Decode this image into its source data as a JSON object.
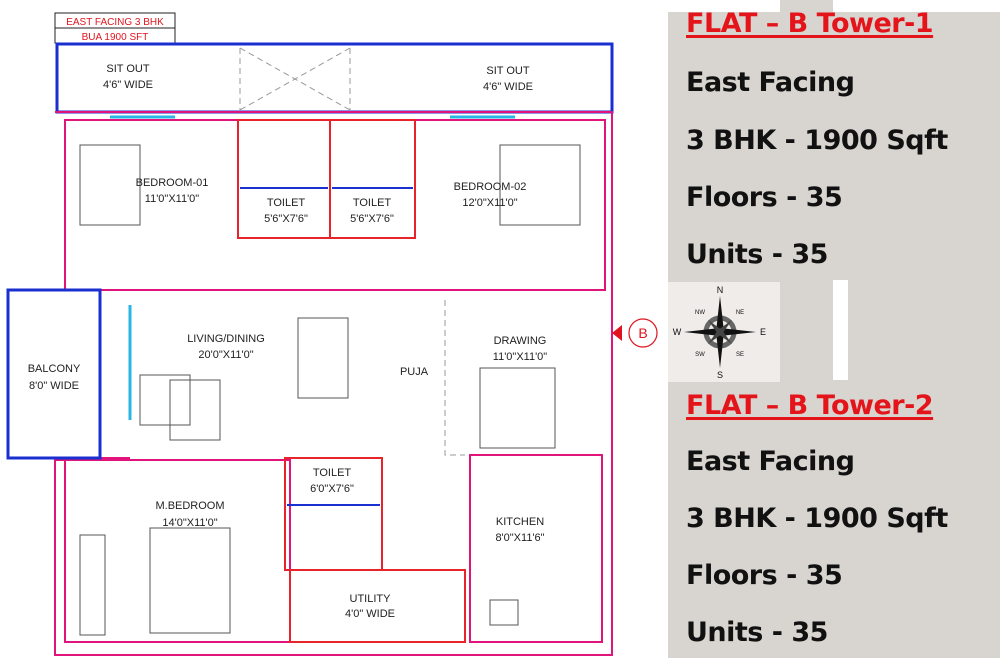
{
  "plan": {
    "header": [
      "EAST FACING 3 BHK",
      "BUA 1900 SFT"
    ],
    "rooms": [
      {
        "name": "SIT OUT",
        "size": "4'6\"  WIDE"
      },
      {
        "name": "SIT OUT",
        "size": "4'6\"  WIDE"
      },
      {
        "name": "BEDROOM-01",
        "size": "11'0\"X11'0\""
      },
      {
        "name": "TOILET",
        "size": "5'6\"X7'6\""
      },
      {
        "name": "TOILET",
        "size": "5'6\"X7'6\""
      },
      {
        "name": "BEDROOM-02",
        "size": "12'0\"X11'0\""
      },
      {
        "name": "BALCONY",
        "size": "8'0\"  WIDE"
      },
      {
        "name": "LIVING/DINING",
        "size": "20'0\"X11'0\""
      },
      {
        "name": "DRAWING",
        "size": "11'0\"X11'0\""
      },
      {
        "name": "PUJA",
        "size": ""
      },
      {
        "name": "M.BEDROOM",
        "size": "14'0\"X11'0\""
      },
      {
        "name": "TOILET",
        "size": "6'0\"X7'6\""
      },
      {
        "name": "KITCHEN",
        "size": "8'0\"X11'6\""
      },
      {
        "name": "UTILITY",
        "size": "4'0\"  WIDE"
      }
    ],
    "entry_marker": "B",
    "compass": [
      "N",
      "NE",
      "E",
      "SE",
      "S",
      "SW",
      "W",
      "NW"
    ],
    "colors": {
      "wall": "#e0147a",
      "toilet_wall": "#e8232a",
      "sitout": "#1a2fd0",
      "window": "#29b6e6",
      "label": "#e0141e"
    }
  },
  "towers": [
    {
      "title": "FLAT – B  Tower-1",
      "facing": "East Facing",
      "config": "3 BHK - 1900 Sqft",
      "floors": "Floors - 35",
      "units": "Units - 35"
    },
    {
      "title": "FLAT – B  Tower-2",
      "facing": "East Facing",
      "config": "3 BHK - 1900 Sqft",
      "floors": "Floors - 35",
      "units": "Units - 35"
    }
  ]
}
